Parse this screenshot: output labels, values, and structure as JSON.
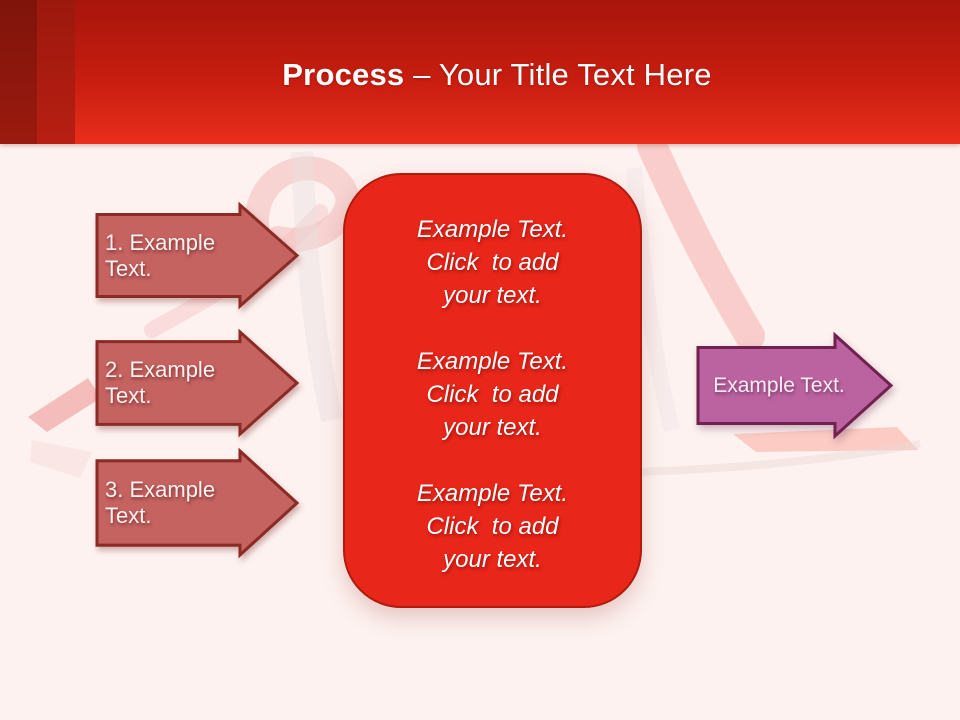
{
  "header": {
    "title_bold": "Process",
    "title_rest": " – Your Title Text Here"
  },
  "steps": [
    {
      "label": "1. Example Text."
    },
    {
      "label": "2. Example Text."
    },
    {
      "label": "3. Example Text."
    }
  ],
  "center_box": {
    "blocks": [
      {
        "lines": [
          "Example Text.",
          "Click  to add",
          "your text."
        ]
      },
      {
        "lines": [
          "Example Text.",
          "Click  to add",
          "your text."
        ]
      },
      {
        "lines": [
          "Example Text.",
          "Click  to add",
          "your text."
        ]
      }
    ]
  },
  "right_arrow": {
    "label": "Example Text."
  },
  "colors": {
    "header_gradient_top": "#a8150b",
    "header_gradient_bottom": "#ea2e1b",
    "header_stripe_dark": "#8f170d",
    "header_stripe_mid": "#b01e12",
    "slide_background": "#fdf2f0",
    "left_arrow_fill": "#c56361",
    "left_arrow_border": "#8b2b26",
    "center_box_fill": "#e8261a",
    "center_box_border": "#b21a0e",
    "right_arrow_fill": "#ba63a0",
    "right_arrow_border": "#702150",
    "title_text": "#ffffff",
    "shape_text": "#ffffff",
    "ribbon_pink": "#f5c2c0"
  }
}
